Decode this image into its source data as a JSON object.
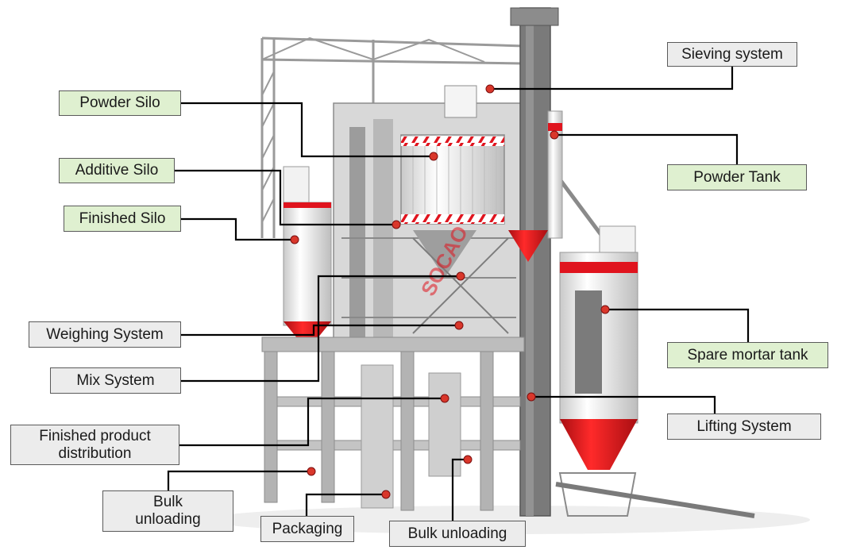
{
  "labels": {
    "sieving_system": "Sieving system",
    "powder_silo": "Powder Silo",
    "additive_silo": "Additive Silo",
    "finished_silo": "Finished Silo",
    "powder_tank": "Powder Tank",
    "spare_mortar_tank": "Spare mortar tank",
    "weighing_system": "Weighing System",
    "mix_system": "Mix System",
    "lifting_system": "Lifting System",
    "finished_product_distribution": [
      "Finished product",
      "distribution"
    ],
    "bulk_unloading_left": [
      "Bulk",
      "unloading"
    ],
    "packaging": "Packaging",
    "bulk_unloading_bottom": "Bulk unloading"
  },
  "watermark": "SOCAO",
  "colors": {
    "green_label": "#dff0d0",
    "grey_label": "#ececec",
    "accent_red": "#e0141e",
    "leader_line": "#000000",
    "marker_dot": "#d9372b"
  }
}
